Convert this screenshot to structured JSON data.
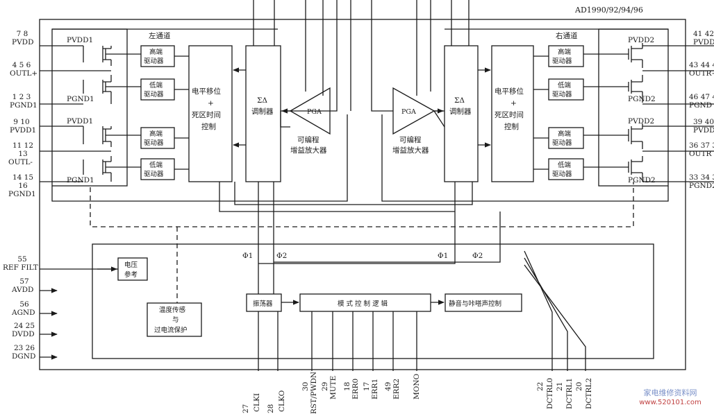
{
  "title": "AD1990/92/94/96",
  "left_channel": "左通道",
  "right_channel": "右通道",
  "left_pins": [
    {
      "num": "7 8",
      "name": "PVDD"
    },
    {
      "num": "4 5 6",
      "name": "OUTL+"
    },
    {
      "num": "1 2 3",
      "name": "PGND1"
    },
    {
      "num": "9 10",
      "name": "PVDD1"
    },
    {
      "num": "11 12 13",
      "name": "OUTL-"
    },
    {
      "num": "14 15 16",
      "name": "PGND1"
    },
    {
      "num": "55",
      "name": "REF FILT"
    },
    {
      "num": "57",
      "name": "AVDD"
    },
    {
      "num": "56",
      "name": "AGND"
    },
    {
      "num": "24 25",
      "name": "DVDD"
    },
    {
      "num": "23 26",
      "name": "DGND"
    }
  ],
  "right_pins": [
    {
      "num": "41 42",
      "name": "PVDD"
    },
    {
      "num": "43 44 4",
      "name": "OUTR+"
    },
    {
      "num": "46 47 4",
      "name": "PGND"
    },
    {
      "num": "39 40",
      "name": "PVDD"
    },
    {
      "num": "36 37 3",
      "name": "OUTR"
    },
    {
      "num": "33 34 3",
      "name": "PGND2"
    }
  ],
  "bottom_pins": [
    {
      "num": "27",
      "name": "CLKI"
    },
    {
      "num": "28",
      "name": "CLKO"
    },
    {
      "num": "30",
      "name": "RST/PWDN"
    },
    {
      "num": "29",
      "name": "MUTE"
    },
    {
      "num": "18",
      "name": "ERR0"
    },
    {
      "num": "17",
      "name": "ERR1"
    },
    {
      "num": "49",
      "name": "ERR2"
    },
    {
      "num": "",
      "name": "MONO"
    },
    {
      "num": "22",
      "name": "DCTRL0"
    },
    {
      "num": "21",
      "name": "DCTRL1"
    },
    {
      "num": "20",
      "name": "DCTRL2"
    }
  ],
  "pwr_labels": {
    "pvdd1": "PVDD1",
    "pgnd1": "PGND1",
    "pvdd2": "PVDD2",
    "pgnd2": "PGND2"
  },
  "high_drv": [
    "高端",
    "驱动器"
  ],
  "low_drv": [
    "低端",
    "驱动器"
  ],
  "level_shift": [
    "电平移位",
    "+",
    "死区时间",
    "控制"
  ],
  "sigma_delta": [
    "ΣΔ",
    "调制器"
  ],
  "pga": "PGA",
  "pga_caption": [
    "可编程",
    "增益放大器"
  ],
  "voltage_ref": [
    "电压",
    "参考"
  ],
  "temp": [
    "温度传感",
    "与",
    "过电流保护"
  ],
  "osc": "振荡器",
  "mode_ctrl": "模 式 控 制 逻 辑",
  "mute_ctrl": "静音与咔嗒声控制",
  "phi1": "Φ1",
  "phi2": "Φ2",
  "watermark": [
    "家电维修资料网",
    "www.520101.com"
  ]
}
